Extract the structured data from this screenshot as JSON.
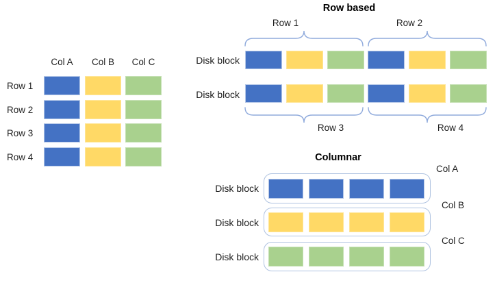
{
  "colors": {
    "blue": "#4472C4",
    "blue_border": "#B4C7E7",
    "yellow": "#FFD966",
    "yellow_border": "#FFE699",
    "green": "#A9D18E",
    "green_border": "#C5E0B4",
    "brace": "#8FAADC",
    "container_border": "#AEC2E0",
    "text": "#1f1f1f"
  },
  "table": {
    "col_headers": [
      "Col A",
      "Col B",
      "Col C"
    ],
    "row_labels": [
      "Row 1",
      "Row 2",
      "Row 3",
      "Row 4"
    ]
  },
  "row_based": {
    "title": "Row based",
    "disk_block_label": "Disk block",
    "top_brace_labels": [
      "Row 1",
      "Row 2"
    ],
    "bottom_brace_labels": [
      "Row 3",
      "Row 4"
    ]
  },
  "columnar": {
    "title": "Columnar",
    "disk_block_label": "Disk block",
    "column_labels": [
      "Col A",
      "Col B",
      "Col C"
    ]
  }
}
